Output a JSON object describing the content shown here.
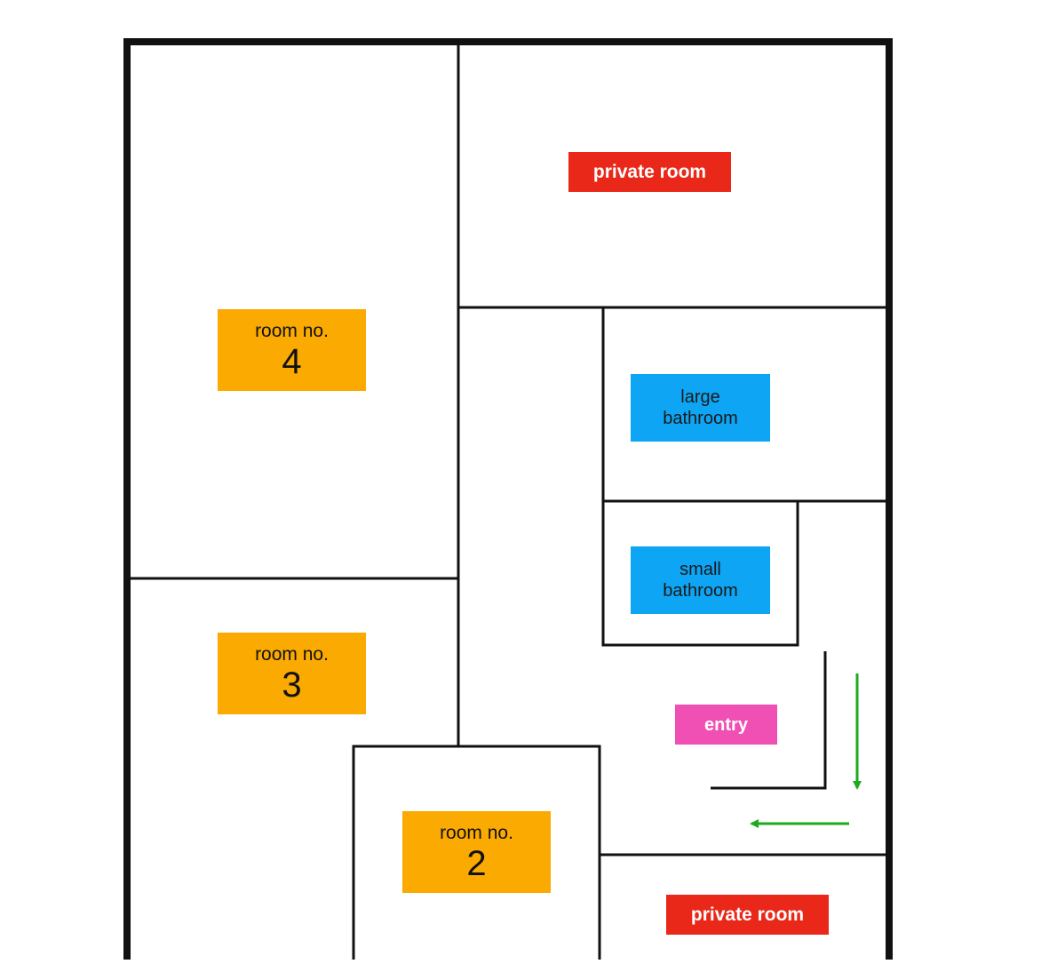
{
  "colors": {
    "wall": "#111111",
    "room_label": "#FAAA00",
    "bathroom_label": "#0EA5F5",
    "private_label": "#E9281A",
    "entry_label": "#F04FB3",
    "arrow": "#1EAA1E"
  },
  "rooms": {
    "private_top": "private room",
    "private_bottom": "private room",
    "room4": {
      "line1": "room no.",
      "line2": "4"
    },
    "room3": {
      "line1": "room no.",
      "line2": "3"
    },
    "room2": {
      "line1": "room no.",
      "line2": "2"
    },
    "large_bathroom": {
      "line1": "large",
      "line2": "bathroom"
    },
    "small_bathroom": {
      "line1": "small",
      "line2": "bathroom"
    },
    "entry": "entry"
  },
  "arrows": [
    "arrow-down-icon",
    "arrow-left-icon"
  ]
}
